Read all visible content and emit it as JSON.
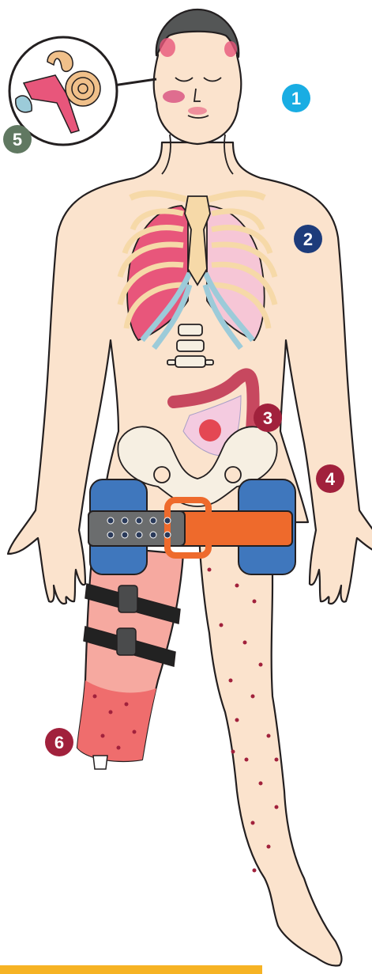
{
  "markers": [
    {
      "id": "1",
      "label": "1",
      "color": "#19ade3"
    },
    {
      "id": "2",
      "label": "2",
      "color": "#1d3c7b"
    },
    {
      "id": "3",
      "label": "3",
      "color": "#a1213c"
    },
    {
      "id": "4",
      "label": "4",
      "color": "#a1213c"
    },
    {
      "id": "5",
      "label": "5",
      "color": "#607861"
    },
    {
      "id": "6",
      "label": "6",
      "color": "#a1213c"
    }
  ],
  "colors": {
    "skin": "#fbe3cd",
    "outline": "#231f20",
    "hair": "#545656",
    "lung": "#e8567b",
    "lung_light": "#f6c6d6",
    "rib": "#f6d9a8",
    "cartilage": "#9ccbd9",
    "colon": "#c7485f",
    "belt_orange": "#ee6a2c",
    "pad_blue": "#3f77bd",
    "buckle_grey": "#6b6d6e",
    "strap_black": "#222222",
    "stump": "#f07e7e",
    "bar_yellow": "#f6b324"
  },
  "icons": [
    "inner-ear-icon"
  ]
}
